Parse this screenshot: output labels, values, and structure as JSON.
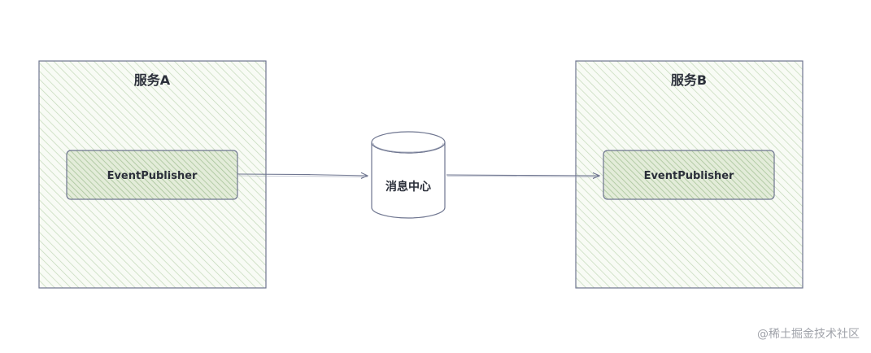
{
  "services": [
    {
      "title": "服务A",
      "component": "EventPublisher"
    },
    {
      "title": "服务B",
      "component": "EventPublisher"
    }
  ],
  "message_center": {
    "label": "消息中心"
  },
  "watermark": "@稀土掘金技术社区",
  "colors": {
    "stroke": "#6f7690",
    "hatch_light": "#c3d8b8",
    "hatch_dark": "#a8c49a",
    "text": "#2b2f3a"
  }
}
